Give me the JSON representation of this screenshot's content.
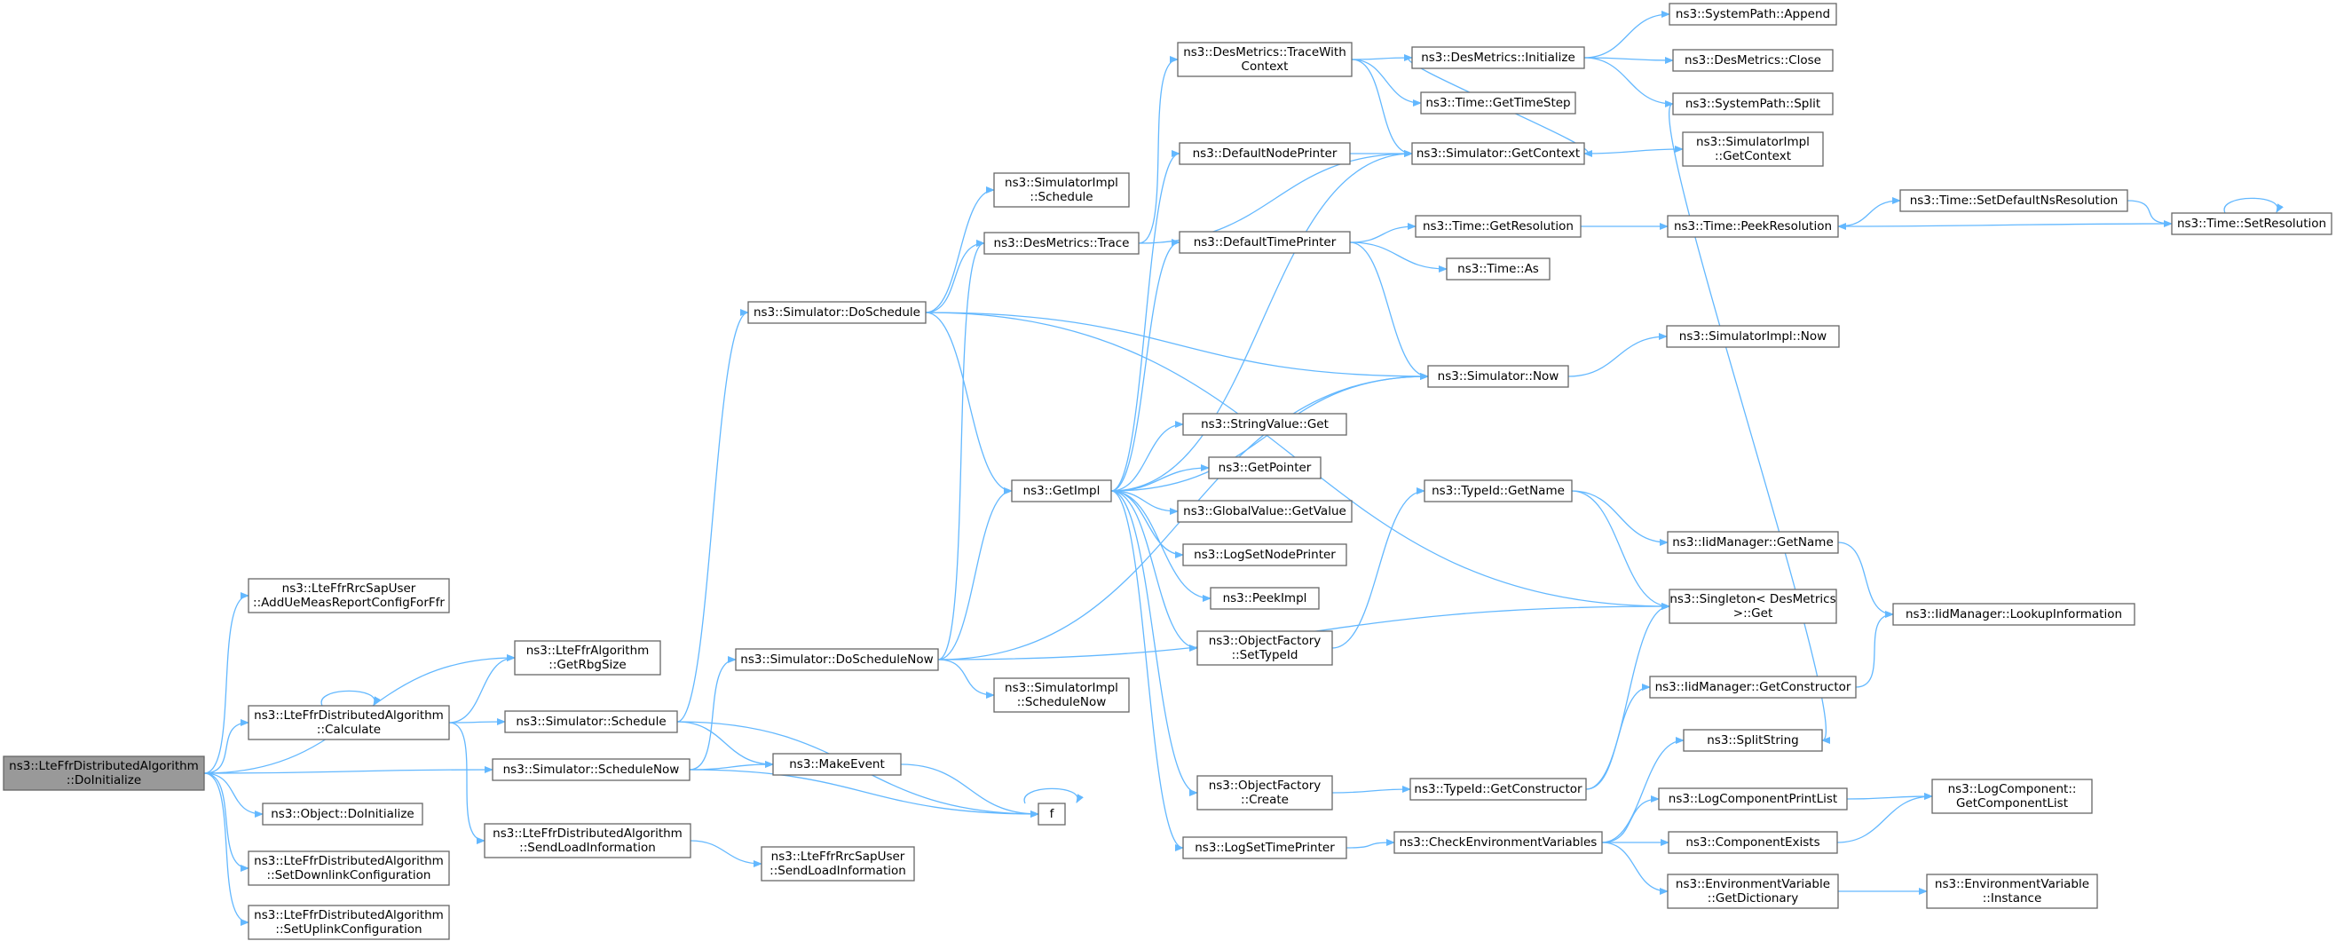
{
  "diagram": {
    "edge_color": "#63b8ff",
    "node_border_color": "#666666",
    "root_fill_color": "#999999",
    "nodes": [
      {
        "id": "root",
        "lines": [
          "ns3::LteFfrDistributedAlgorithm",
          "::DoInitialize"
        ],
        "root": true
      },
      {
        "id": "addUe",
        "lines": [
          "ns3::LteFfrRrcSapUser",
          "::AddUeMeasReportConfigForFfr"
        ]
      },
      {
        "id": "getRbg",
        "lines": [
          "ns3::LteFfrAlgorithm",
          "::GetRbgSize"
        ]
      },
      {
        "id": "calc",
        "lines": [
          "ns3::LteFfrDistributedAlgorithm",
          "::Calculate"
        ]
      },
      {
        "id": "objInit",
        "lines": [
          "ns3::Object::DoInitialize"
        ]
      },
      {
        "id": "setDl",
        "lines": [
          "ns3::LteFfrDistributedAlgorithm",
          "::SetDownlinkConfiguration"
        ]
      },
      {
        "id": "setUl",
        "lines": [
          "ns3::LteFfrDistributedAlgorithm",
          "::SetUplinkConfiguration"
        ]
      },
      {
        "id": "simSched",
        "lines": [
          "ns3::Simulator::Schedule"
        ]
      },
      {
        "id": "simSchedNow",
        "lines": [
          "ns3::Simulator::ScheduleNow"
        ]
      },
      {
        "id": "sendLoad",
        "lines": [
          "ns3::LteFfrDistributedAlgorithm",
          "::SendLoadInformation"
        ]
      },
      {
        "id": "doSched",
        "lines": [
          "ns3::Simulator::DoSchedule"
        ]
      },
      {
        "id": "doSchedNow",
        "lines": [
          "ns3::Simulator::DoScheduleNow"
        ]
      },
      {
        "id": "makeEvent",
        "lines": [
          "ns3::MakeEvent"
        ]
      },
      {
        "id": "f",
        "lines": [
          "f"
        ]
      },
      {
        "id": "rrcSendLoad",
        "lines": [
          "ns3::LteFfrRrcSapUser",
          "::SendLoadInformation"
        ]
      },
      {
        "id": "implSched",
        "lines": [
          "ns3::SimulatorImpl",
          "::Schedule"
        ]
      },
      {
        "id": "desTrace",
        "lines": [
          "ns3::DesMetrics::Trace"
        ]
      },
      {
        "id": "getImpl",
        "lines": [
          "ns3::GetImpl"
        ]
      },
      {
        "id": "implSchedNow",
        "lines": [
          "ns3::SimulatorImpl",
          "::ScheduleNow"
        ]
      },
      {
        "id": "traceCtx",
        "lines": [
          "ns3::DesMetrics::TraceWith",
          "Context"
        ]
      },
      {
        "id": "defNodePr",
        "lines": [
          "ns3::DefaultNodePrinter"
        ]
      },
      {
        "id": "defTimePr",
        "lines": [
          "ns3::DefaultTimePrinter"
        ]
      },
      {
        "id": "strGet",
        "lines": [
          "ns3::StringValue::Get"
        ]
      },
      {
        "id": "getPtr",
        "lines": [
          "ns3::GetPointer"
        ]
      },
      {
        "id": "gvGet",
        "lines": [
          "ns3::GlobalValue::GetValue"
        ]
      },
      {
        "id": "logNodePr",
        "lines": [
          "ns3::LogSetNodePrinter"
        ]
      },
      {
        "id": "peekImpl",
        "lines": [
          "ns3::PeekImpl"
        ]
      },
      {
        "id": "ofSetType",
        "lines": [
          "ns3::ObjectFactory",
          "::SetTypeId"
        ]
      },
      {
        "id": "ofCreate",
        "lines": [
          "ns3::ObjectFactory",
          "::Create"
        ]
      },
      {
        "id": "logTimePr",
        "lines": [
          "ns3::LogSetTimePrinter"
        ]
      },
      {
        "id": "desInit",
        "lines": [
          "ns3::DesMetrics::Initialize"
        ]
      },
      {
        "id": "getTimeStep",
        "lines": [
          "ns3::Time::GetTimeStep"
        ]
      },
      {
        "id": "simGetCtx",
        "lines": [
          "ns3::Simulator::GetContext"
        ]
      },
      {
        "id": "getRes",
        "lines": [
          "ns3::Time::GetResolution"
        ]
      },
      {
        "id": "timeAs",
        "lines": [
          "ns3::Time::As"
        ]
      },
      {
        "id": "simNow",
        "lines": [
          "ns3::Simulator::Now"
        ]
      },
      {
        "id": "tidGetName",
        "lines": [
          "ns3::TypeId::GetName"
        ]
      },
      {
        "id": "tidGetCtor",
        "lines": [
          "ns3::TypeId::GetConstructor"
        ]
      },
      {
        "id": "checkEnv",
        "lines": [
          "ns3::CheckEnvironmentVariables"
        ]
      },
      {
        "id": "spAppend",
        "lines": [
          "ns3::SystemPath::Append"
        ]
      },
      {
        "id": "desClose",
        "lines": [
          "ns3::DesMetrics::Close"
        ]
      },
      {
        "id": "spSplit",
        "lines": [
          "ns3::SystemPath::Split"
        ]
      },
      {
        "id": "implGetCtx",
        "lines": [
          "ns3::SimulatorImpl",
          "::GetContext"
        ]
      },
      {
        "id": "peekRes",
        "lines": [
          "ns3::Time::PeekResolution"
        ]
      },
      {
        "id": "implNow",
        "lines": [
          "ns3::SimulatorImpl::Now"
        ]
      },
      {
        "id": "iidGetName",
        "lines": [
          "ns3::IidManager::GetName"
        ]
      },
      {
        "id": "singleton",
        "lines": [
          "ns3::Singleton< DesMetrics",
          " >::Get"
        ]
      },
      {
        "id": "iidGetCtor",
        "lines": [
          "ns3::IidManager::GetConstructor"
        ]
      },
      {
        "id": "splitString",
        "lines": [
          "ns3::SplitString"
        ]
      },
      {
        "id": "logCompPrint",
        "lines": [
          "ns3::LogComponentPrintList"
        ]
      },
      {
        "id": "compExists",
        "lines": [
          "ns3::ComponentExists"
        ]
      },
      {
        "id": "envGetDict",
        "lines": [
          "ns3::EnvironmentVariable",
          "::GetDictionary"
        ]
      },
      {
        "id": "setDefRes",
        "lines": [
          "ns3::Time::SetDefaultNsResolution"
        ]
      },
      {
        "id": "setRes",
        "lines": [
          "ns3::Time::SetResolution"
        ]
      },
      {
        "id": "iidLookup",
        "lines": [
          "ns3::IidManager::LookupInformation"
        ]
      },
      {
        "id": "logCompList",
        "lines": [
          "ns3::LogComponent::",
          "GetComponentList"
        ]
      },
      {
        "id": "envInstance",
        "lines": [
          "ns3::EnvironmentVariable",
          "::Instance"
        ]
      }
    ],
    "edges": [
      [
        "root",
        "addUe"
      ],
      [
        "root",
        "getRbg"
      ],
      [
        "root",
        "calc"
      ],
      [
        "root",
        "objInit"
      ],
      [
        "root",
        "setDl"
      ],
      [
        "root",
        "setUl"
      ],
      [
        "root",
        "simSchedNow"
      ],
      [
        "calc",
        "calc"
      ],
      [
        "calc",
        "getRbg"
      ],
      [
        "calc",
        "simSched"
      ],
      [
        "calc",
        "sendLoad"
      ],
      [
        "simSched",
        "doSched"
      ],
      [
        "simSched",
        "makeEvent"
      ],
      [
        "simSched",
        "f"
      ],
      [
        "simSchedNow",
        "doSchedNow"
      ],
      [
        "simSchedNow",
        "makeEvent"
      ],
      [
        "simSchedNow",
        "f"
      ],
      [
        "sendLoad",
        "rrcSendLoad"
      ],
      [
        "makeEvent",
        "f"
      ],
      [
        "f",
        "f"
      ],
      [
        "doSched",
        "implSched"
      ],
      [
        "doSched",
        "desTrace"
      ],
      [
        "doSched",
        "getImpl"
      ],
      [
        "doSched",
        "simNow"
      ],
      [
        "doSched",
        "singleton"
      ],
      [
        "doSchedNow",
        "desTrace"
      ],
      [
        "doSchedNow",
        "getImpl"
      ],
      [
        "doSchedNow",
        "implSchedNow"
      ],
      [
        "doSchedNow",
        "singleton"
      ],
      [
        "doSchedNow",
        "simNow"
      ],
      [
        "desTrace",
        "traceCtx"
      ],
      [
        "desTrace",
        "simGetCtx"
      ],
      [
        "getImpl",
        "defNodePr"
      ],
      [
        "getImpl",
        "defTimePr"
      ],
      [
        "getImpl",
        "strGet"
      ],
      [
        "getImpl",
        "getPtr"
      ],
      [
        "getImpl",
        "gvGet"
      ],
      [
        "getImpl",
        "logNodePr"
      ],
      [
        "getImpl",
        "peekImpl"
      ],
      [
        "getImpl",
        "ofSetType"
      ],
      [
        "getImpl",
        "ofCreate"
      ],
      [
        "getImpl",
        "logTimePr"
      ],
      [
        "getImpl",
        "simNow"
      ],
      [
        "getImpl",
        "simGetCtx"
      ],
      [
        "traceCtx",
        "desInit"
      ],
      [
        "traceCtx",
        "getTimeStep"
      ],
      [
        "traceCtx",
        "simGetCtx"
      ],
      [
        "defNodePr",
        "simGetCtx"
      ],
      [
        "defTimePr",
        "getRes"
      ],
      [
        "defTimePr",
        "timeAs"
      ],
      [
        "defTimePr",
        "simNow"
      ],
      [
        "ofSetType",
        "tidGetName"
      ],
      [
        "ofCreate",
        "tidGetCtor"
      ],
      [
        "logTimePr",
        "checkEnv"
      ],
      [
        "desInit",
        "spAppend"
      ],
      [
        "desInit",
        "desClose"
      ],
      [
        "desInit",
        "spSplit"
      ],
      [
        "desInit",
        "simGetCtx"
      ],
      [
        "simGetCtx",
        "implGetCtx"
      ],
      [
        "getRes",
        "peekRes"
      ],
      [
        "simNow",
        "implNow"
      ],
      [
        "tidGetName",
        "iidGetName"
      ],
      [
        "tidGetName",
        "singleton"
      ],
      [
        "tidGetCtor",
        "iidGetCtor"
      ],
      [
        "tidGetCtor",
        "singleton"
      ],
      [
        "checkEnv",
        "splitString"
      ],
      [
        "checkEnv",
        "logCompPrint"
      ],
      [
        "checkEnv",
        "compExists"
      ],
      [
        "checkEnv",
        "envGetDict"
      ],
      [
        "spSplit",
        "splitString"
      ],
      [
        "peekRes",
        "setDefRes"
      ],
      [
        "iidGetName",
        "iidLookup"
      ],
      [
        "iidGetCtor",
        "iidLookup"
      ],
      [
        "logCompPrint",
        "logCompList"
      ],
      [
        "compExists",
        "logCompList"
      ],
      [
        "envGetDict",
        "envInstance"
      ],
      [
        "setDefRes",
        "setRes"
      ],
      [
        "setRes",
        "peekRes"
      ],
      [
        "setRes",
        "setRes"
      ]
    ]
  }
}
